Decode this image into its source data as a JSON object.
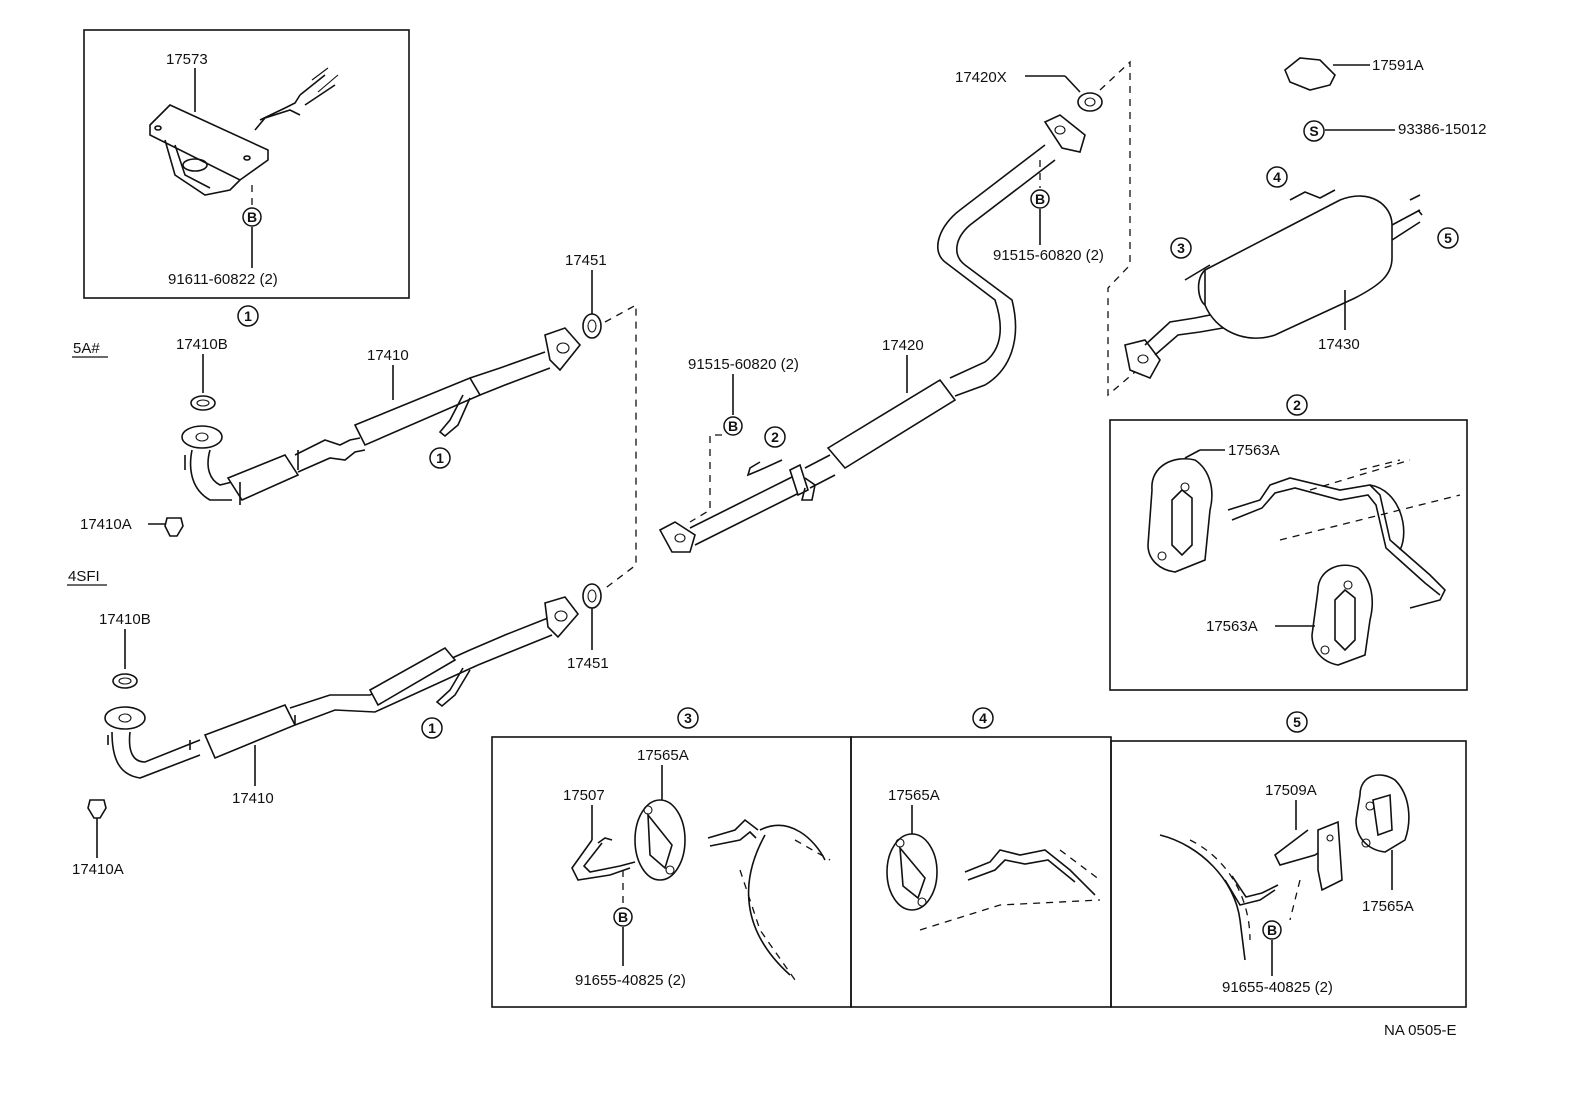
{
  "labels": {
    "p17573": "17573",
    "p91611": "91611-60822 (2)",
    "p17451_top": "17451",
    "p17451_bot": "17451",
    "p17410B_top": "17410B",
    "p17410B_bot": "17410B",
    "p17410_top": "17410",
    "p17410_bot": "17410",
    "p17410A_top": "17410A",
    "p17410A_bot": "17410A",
    "p91515_mid": "91515-60820 (2)",
    "p91515_top": "91515-60820 (2)",
    "p17420": "17420",
    "p17420X": "17420X",
    "p17591A": "17591A",
    "p93386": "93386-15012",
    "p17430": "17430",
    "p17563A_a": "17563A",
    "p17563A_b": "17563A",
    "p17565A_3": "17565A",
    "p17507": "17507",
    "p91655_3": "91655-40825 (2)",
    "p17565A_4": "17565A",
    "p17509A": "17509A",
    "p17565A_5": "17565A",
    "p91655_5": "91655-40825 (2)",
    "engine_5A": "5A#",
    "engine_4SFI": "4SFI",
    "code": "NA 0505-E"
  },
  "callouts": {
    "c1": "1",
    "c2": "2",
    "c3": "3",
    "c4": "4",
    "c5": "5",
    "bolt": "B",
    "screw": "S"
  }
}
